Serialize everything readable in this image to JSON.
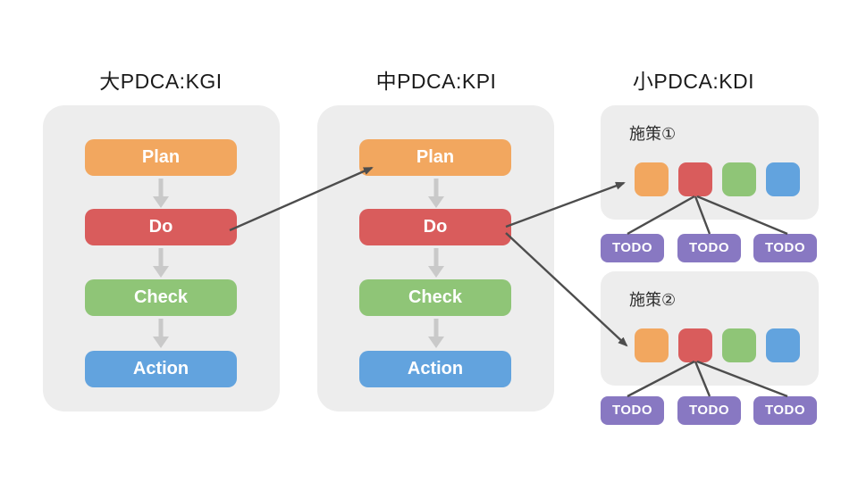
{
  "columns": [
    {
      "title": "大PDCA:KGI"
    },
    {
      "title": "中PDCA:KPI"
    },
    {
      "title": "小PDCA:KDI"
    }
  ],
  "pdca": [
    {
      "label": "Plan",
      "color": "#f2a75f"
    },
    {
      "label": "Do",
      "color": "#d95c5c"
    },
    {
      "label": "Check",
      "color": "#8fc577"
    },
    {
      "label": "Action",
      "color": "#62a3de"
    }
  ],
  "measures": [
    {
      "label": "施策①",
      "todos": [
        "TODO",
        "TODO",
        "TODO"
      ]
    },
    {
      "label": "施策②",
      "todos": [
        "TODO",
        "TODO",
        "TODO"
      ]
    }
  ],
  "colors": {
    "panel_bg": "#ededed",
    "todo_bg": "#8878c2",
    "flow_arrow": "#c9c9c9",
    "connector_line": "#4d4d4d",
    "title_text": "#1a1a1a"
  }
}
